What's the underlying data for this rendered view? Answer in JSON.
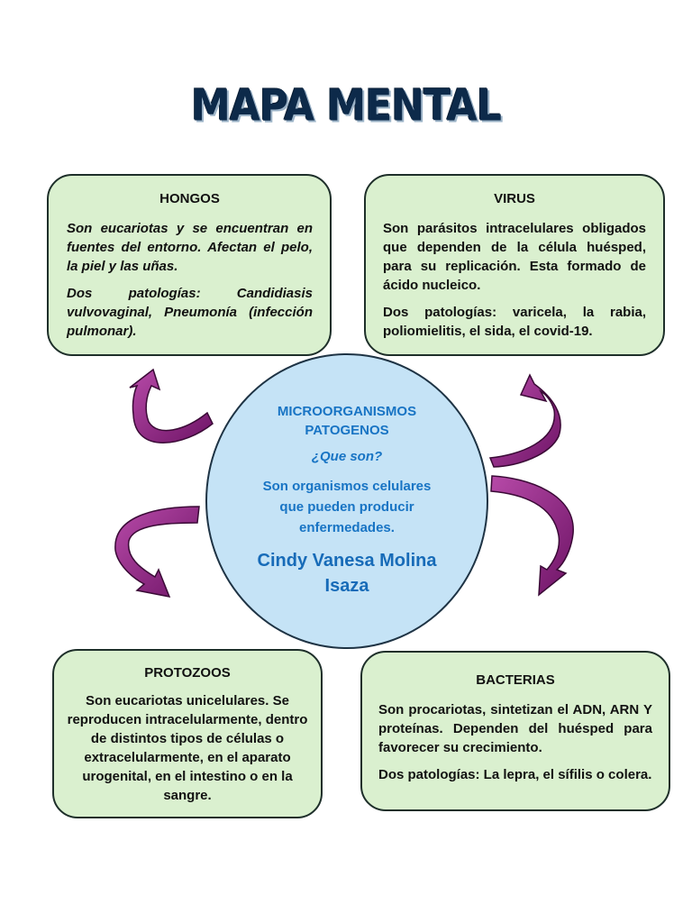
{
  "title": "MAPA MENTAL",
  "center": {
    "heading_line1": "MICROORGANISMOS",
    "heading_line2": "PATOGENOS",
    "question": "¿Que son?",
    "answer_line1": "Son organismos celulares",
    "answer_line2": "que pueden producir",
    "answer_line3": "enfermedades.",
    "author_line1": "Cindy Vanesa Molina",
    "author_line2": "Isaza"
  },
  "boxes": {
    "hongos": {
      "heading": "HONGOS",
      "p1": "Son eucariotas y se encuentran en fuentes del entorno. Afectan el pelo, la piel y las uñas.",
      "p2": "Dos patologías: Candidiasis vulvovaginal, Pneumonía (infección pulmonar)."
    },
    "virus": {
      "heading": "VIRUS",
      "p1": "Son parásitos intracelulares obligados que dependen de la célula huésped, para su replicación. Esta formado de ácido nucleico.",
      "p2": "Dos patologías: varicela, la rabia, poliomielitis, el sida, el covid-19."
    },
    "protozoos": {
      "heading": "PROTOZOOS",
      "p1": "Son eucariotas unicelulares. Se reproducen intracelularmente, dentro de distintos tipos de células o extracelularmente, en el aparato urogenital, en el intestino o en la sangre."
    },
    "bacterias": {
      "heading": "BACTERIAS",
      "p1": "Son procariotas, sintetizan el ADN, ARN Y proteínas. Dependen del huésped para favorecer su crecimiento.",
      "p2": "Dos patologías: La lepra, el sífilis o colera."
    }
  },
  "colors": {
    "box_fill": "#daf0cf",
    "circle_fill": "#c5e3f6",
    "circle_text": "#1874c4",
    "arrow_fill": "#8a2080",
    "title_color": "#0d2a4a"
  }
}
